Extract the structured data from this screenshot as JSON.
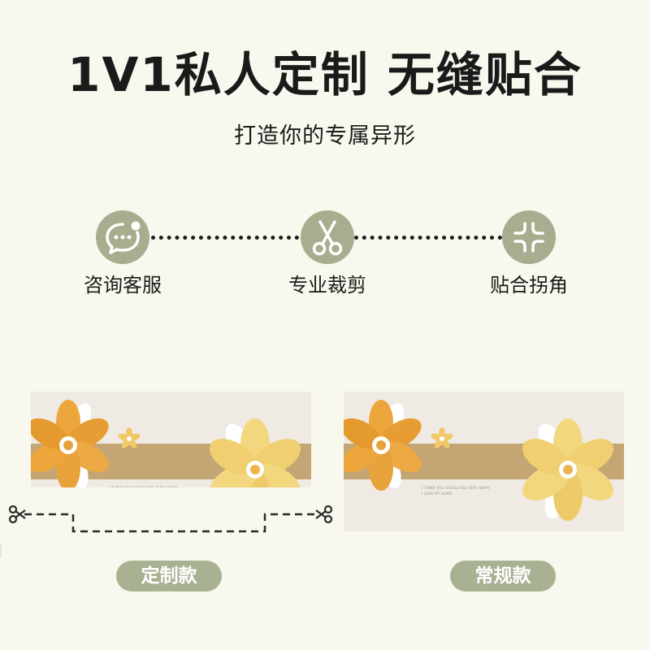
{
  "header": {
    "title": "1V1私人定制 无缝贴合",
    "subtitle": "打造你的专属异形"
  },
  "steps": [
    {
      "icon": "chat-bubble-icon",
      "label": "咨询客服"
    },
    {
      "icon": "scissors-icon",
      "label": "专业裁剪"
    },
    {
      "icon": "corner-fit-icon",
      "label": "贴合拐角"
    }
  ],
  "cards": {
    "text_line1": "I THINK YOU SHOULD BE VERY HAPPY",
    "text_line2": "I LOVE MY HOME",
    "custom_label": "定制款",
    "regular_label": "常规款"
  },
  "colors": {
    "background": "#f8f8ee",
    "accent_green": "#a7ae8f",
    "band_tan": "#c4a574",
    "flower_orange": "#e9a940",
    "flower_yellow": "#f1d37a"
  }
}
